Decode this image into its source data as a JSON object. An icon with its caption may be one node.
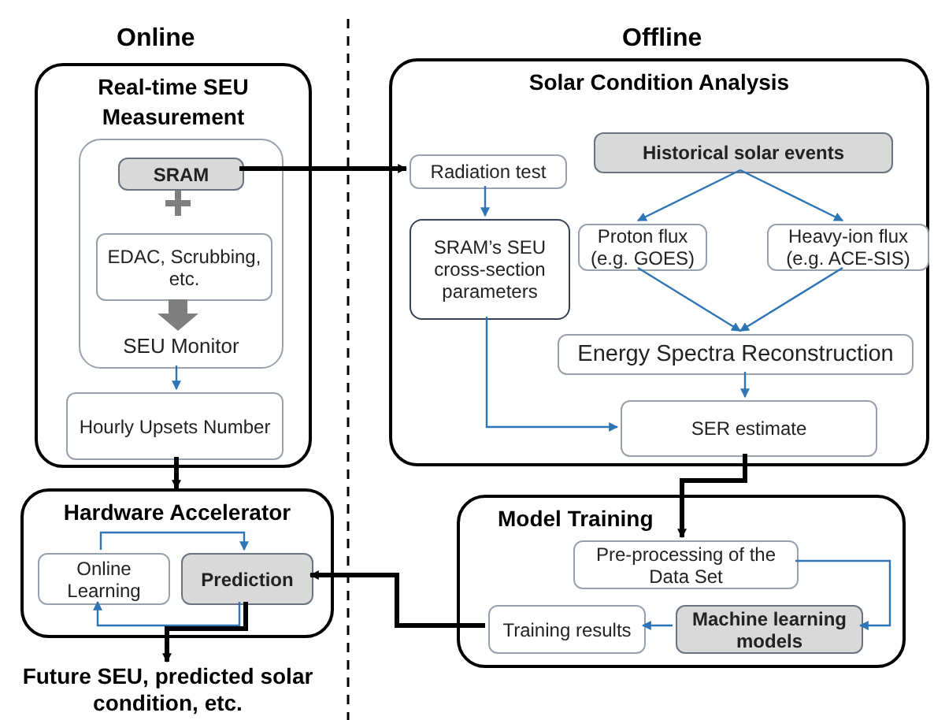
{
  "diagram": {
    "nodes": [
      {
        "text": [
          "Real-time SEU Measurement"
        ]
      },
      {
        "text": [
          "SEU Monitor"
        ],
        "in": 0
      },
      {
        "text": [
          "SRAM"
        ],
        "in": 1
      },
      {
        "text": [
          "EDAC, Scrubbing, etc."
        ],
        "in": 1
      },
      {
        "text": [
          "Hourly Upsets Number"
        ],
        "in": 0
      },
      {
        "text": [
          "Hardware Accelerator"
        ]
      },
      {
        "text": [
          "Online Learning"
        ],
        "in": 5
      },
      {
        "text": [
          "Prediction"
        ],
        "in": 5
      },
      {
        "text": [
          "Future SEU, predicted solar condition, etc."
        ]
      },
      {
        "text": [
          "Solar Condition Analysis"
        ]
      },
      {
        "text": [
          "Radiation test"
        ],
        "in": 9
      },
      {
        "text": [
          "Historical solar events"
        ],
        "in": 9
      },
      {
        "text": [
          "SRAM’s SEU cross-section parameters"
        ],
        "in": 9
      },
      {
        "text": [
          "Proton flux (e.g. GOES)"
        ],
        "in": 9
      },
      {
        "text": [
          "Heavy-ion flux (e.g. ACE-SIS)"
        ],
        "in": 9
      },
      {
        "text": [
          "Energy Spectra Reconstruction"
        ],
        "in": 9
      },
      {
        "text": [
          "SER estimate"
        ],
        "in": 9
      },
      {
        "text": [
          "Model Training"
        ]
      },
      {
        "text": [
          "Pre-processing of the Data Set"
        ],
        "in": 17
      },
      {
        "text": [
          "Training results"
        ],
        "in": 17
      },
      {
        "text": [
          "Machine learning models"
        ],
        "in": 17
      }
    ],
    "edges": [
      {
        "from": 2,
        "to": 10,
        "arrow": "to",
        "style": "thick",
        "color": "#000000"
      },
      {
        "from": 1,
        "to": 4,
        "arrow": "to"
      },
      {
        "from": 4,
        "to": 5,
        "arrow": "to",
        "style": "thick",
        "color": "#000000"
      },
      {
        "from": 6,
        "to": 7,
        "arrow": "to"
      },
      {
        "from": 7,
        "to": 6,
        "arrow": "to"
      },
      {
        "from": 7,
        "to": 8,
        "arrow": "to",
        "style": "thick",
        "color": "#000000"
      },
      {
        "from": 19,
        "to": 7,
        "arrow": "to",
        "style": "thick",
        "color": "#000000"
      },
      {
        "from": 10,
        "to": 12,
        "arrow": "to"
      },
      {
        "from": 11,
        "to": 13,
        "arrow": "to"
      },
      {
        "from": 11,
        "to": 14,
        "arrow": "to"
      },
      {
        "from": 13,
        "to": 15,
        "arrow": "to"
      },
      {
        "from": 14,
        "to": 15,
        "arrow": "to"
      },
      {
        "from": 12,
        "to": 16,
        "arrow": "to"
      },
      {
        "from": 15,
        "to": 16,
        "arrow": "to"
      },
      {
        "from": 16,
        "to": 18,
        "arrow": "to",
        "style": "thick",
        "color": "#000000"
      },
      {
        "from": 18,
        "to": 20,
        "arrow": "to"
      },
      {
        "from": 20,
        "to": 19,
        "arrow": "to"
      }
    ],
    "labels": [
      "Online",
      "Offline"
    ]
  }
}
